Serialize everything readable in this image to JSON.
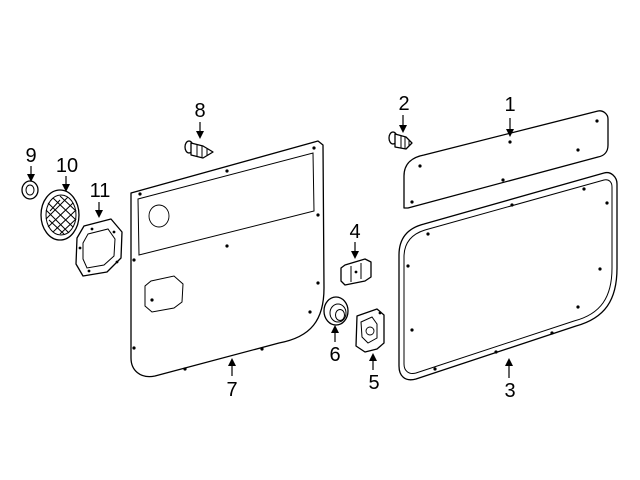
{
  "callouts": [
    "1",
    "2",
    "3",
    "4",
    "5",
    "6",
    "7",
    "8",
    "9",
    "10",
    "11"
  ],
  "parts": [
    {
      "id": "1",
      "icon": "upper-trim-panel"
    },
    {
      "id": "2",
      "icon": "push-pin-retainer"
    },
    {
      "id": "3",
      "icon": "lower-trim-panel"
    },
    {
      "id": "4",
      "icon": "latch-bracket"
    },
    {
      "id": "5",
      "icon": "handle-bracket"
    },
    {
      "id": "6",
      "icon": "grommet-plug"
    },
    {
      "id": "7",
      "icon": "door-trim-panel"
    },
    {
      "id": "8",
      "icon": "push-pin-retainer"
    },
    {
      "id": "9",
      "icon": "ring-washer"
    },
    {
      "id": "10",
      "icon": "speaker-grille"
    },
    {
      "id": "11",
      "icon": "speaker-adapter-plate"
    }
  ],
  "colors": {
    "line": "#000000",
    "fill": "#ffffff"
  }
}
